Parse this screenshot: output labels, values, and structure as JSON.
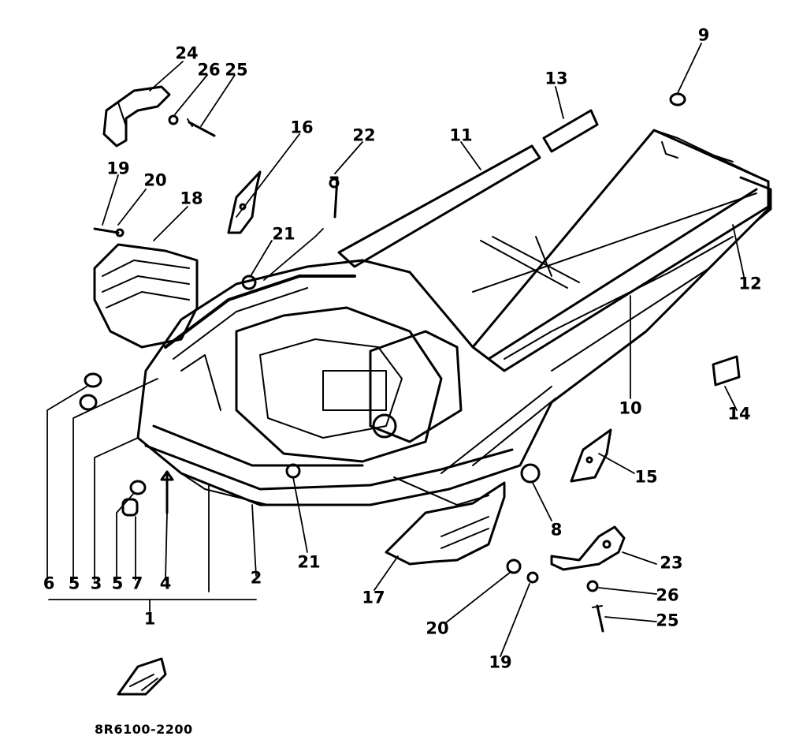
{
  "figure_code": "8R6100-2200",
  "callouts": {
    "c24": "24",
    "c26_top": "26",
    "c25_top": "25",
    "c16": "16",
    "c22": "22",
    "c11": "11",
    "c13": "13",
    "c9": "9",
    "c19_top": "19",
    "c20_top": "20",
    "c18": "18",
    "c21_top": "21",
    "c12": "12",
    "c10": "10",
    "c14": "14",
    "c15": "15",
    "c8": "8",
    "c23": "23",
    "c26_bot": "26",
    "c25_bot": "25",
    "c21_bot": "21",
    "c17": "17",
    "c20_bot": "20",
    "c19_bot": "19",
    "c6": "6",
    "c5a": "5",
    "c3": "3",
    "c5b": "5",
    "c7": "7",
    "c4": "4",
    "c2": "2",
    "c1": "1"
  }
}
